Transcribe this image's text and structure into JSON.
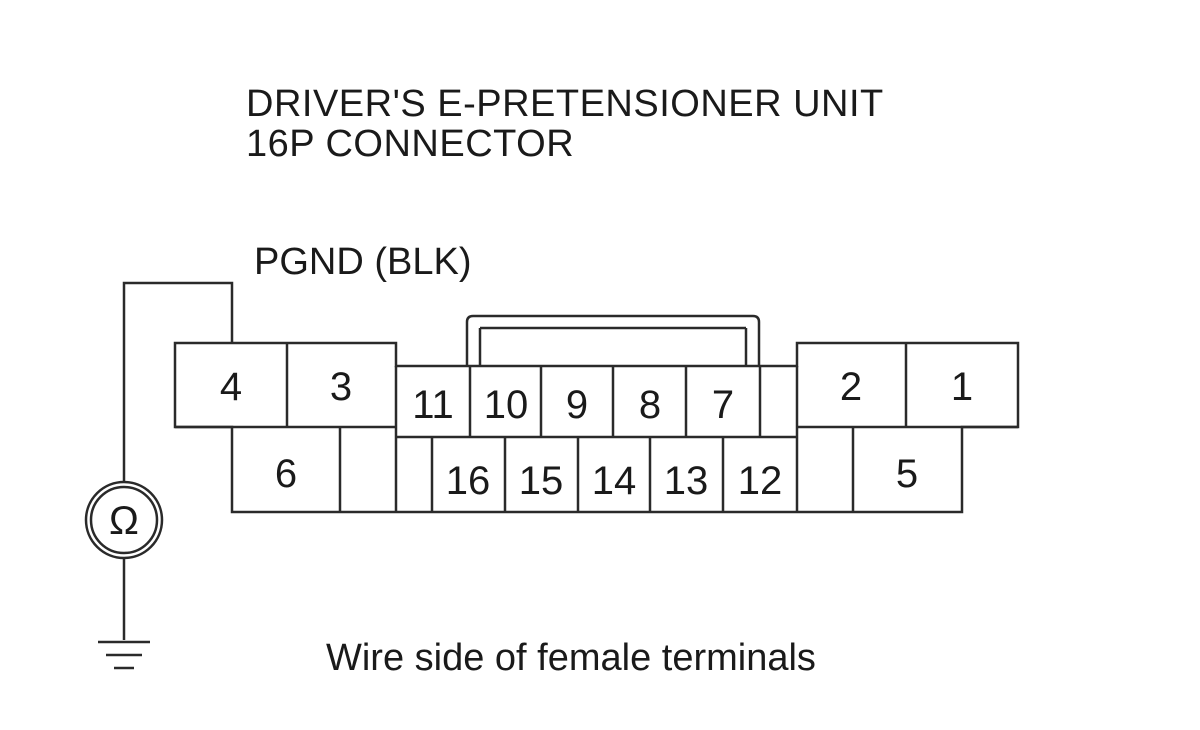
{
  "title": {
    "line1": "DRIVER'S E-PRETENSIONER UNIT",
    "line2": "16P CONNECTOR"
  },
  "wire_label": "PGND (BLK)",
  "caption": "Wire side of female terminals",
  "meter_symbol": "Ω",
  "icons": {
    "meter": "ohmmeter-icon",
    "ground": "ground-icon"
  },
  "connector": {
    "top_row_left": [
      "4",
      "3"
    ],
    "top_row_center": [
      "11",
      "10",
      "9",
      "8",
      "7"
    ],
    "top_row_right": [
      "2",
      "1"
    ],
    "bottom_row_left": [
      "6"
    ],
    "bottom_row_center": [
      "16",
      "15",
      "14",
      "13",
      "12"
    ],
    "bottom_row_right": [
      "5"
    ]
  },
  "colors": {
    "line": "#2a2a2a",
    "background": "#ffffff"
  }
}
